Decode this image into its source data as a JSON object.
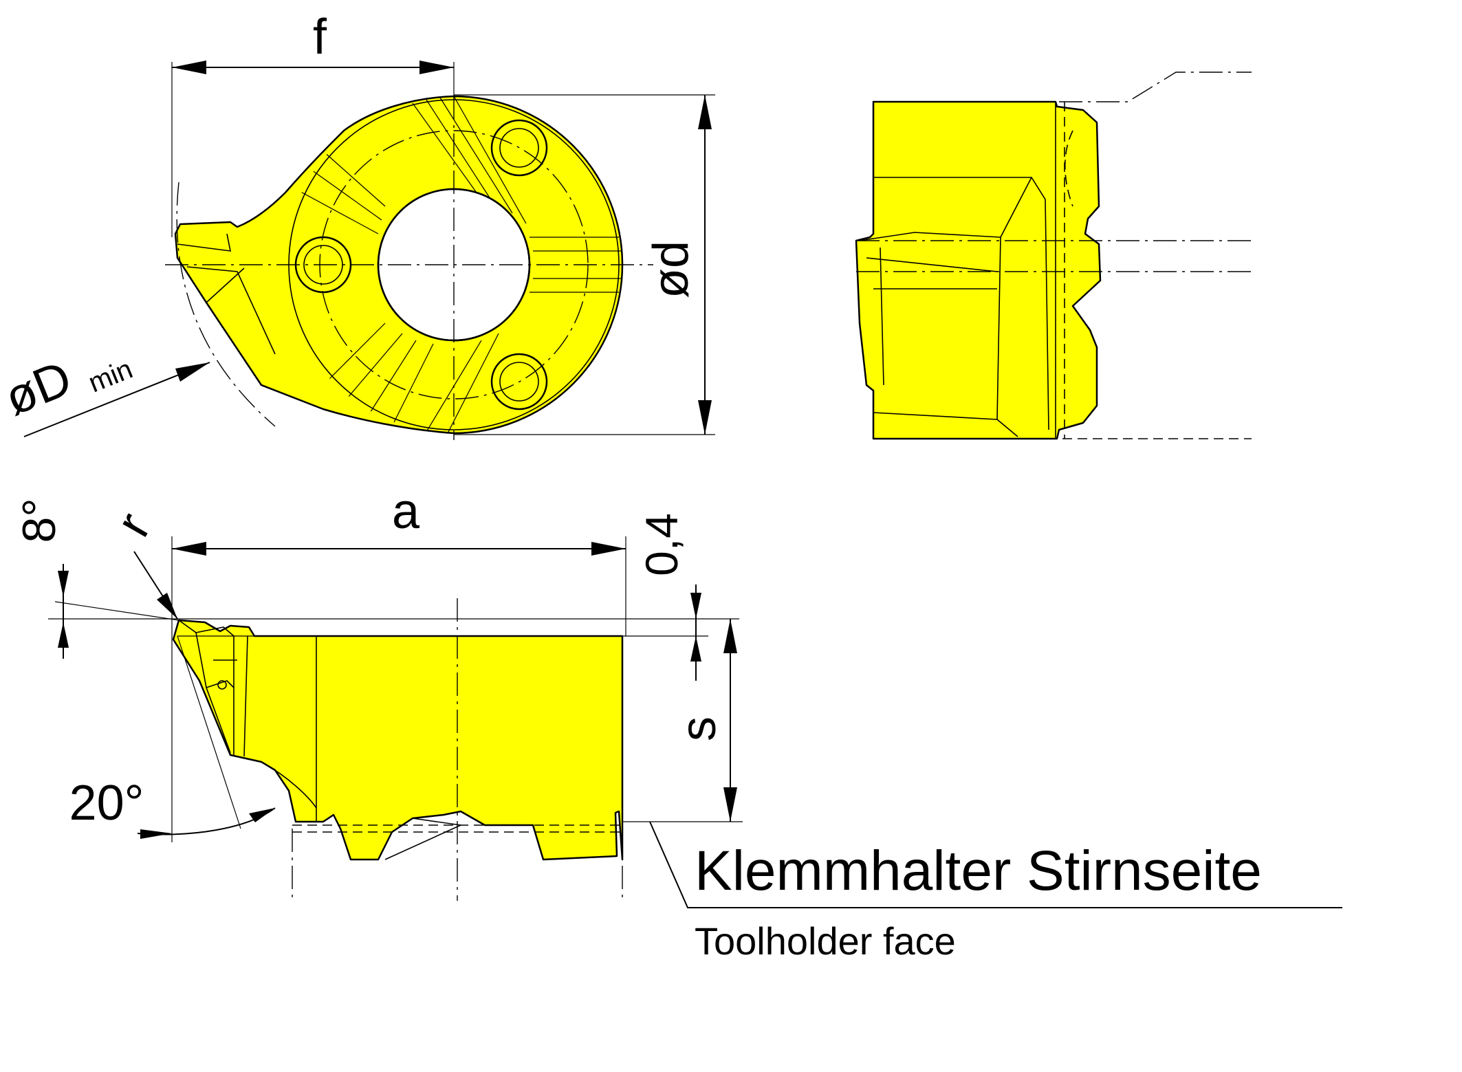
{
  "colors": {
    "insert": "#ffff00",
    "line": "#000000",
    "background": "#ffffff"
  },
  "labels": {
    "f": "f",
    "d": "ød",
    "D": "øD",
    "D_sub": "min",
    "a": "a",
    "r": "r",
    "angle_top": "8°",
    "angle_bottom": "20°",
    "offset": "0,4",
    "s": "s"
  },
  "note": {
    "primary": "Klemmhalter Stirnseite",
    "secondary": "Toolholder face"
  }
}
